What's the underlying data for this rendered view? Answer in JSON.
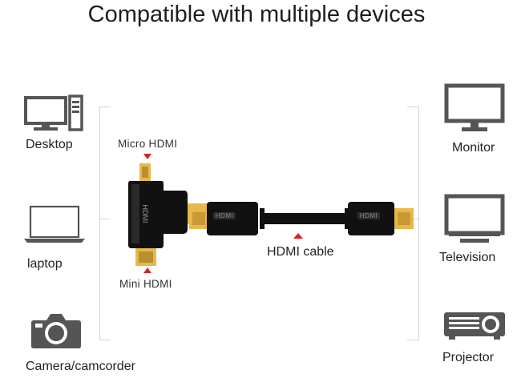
{
  "title": "Compatible with multiple devices",
  "left_devices": [
    {
      "label": "Desktop",
      "icon": "desktop-icon"
    },
    {
      "label": "laptop",
      "icon": "laptop-icon"
    },
    {
      "label": "Camera/camcorder",
      "icon": "camera-icon"
    }
  ],
  "right_devices": [
    {
      "label": "Monitor",
      "icon": "monitor-icon"
    },
    {
      "label": "Television",
      "icon": "television-icon"
    },
    {
      "label": "Projector",
      "icon": "projector-icon"
    }
  ],
  "adapter": {
    "micro_label": "Micro HDMI",
    "mini_label": "Mini HDMI",
    "body_text": "HDMI"
  },
  "cable": {
    "label": "HDMI cable",
    "plug_text": "HDMI"
  },
  "colors": {
    "icon_gray": "#555555",
    "marker_red": "#d9231f",
    "gold": "#e7b84a",
    "connector_black": "#111111",
    "line_gray": "#d4d4d4"
  }
}
